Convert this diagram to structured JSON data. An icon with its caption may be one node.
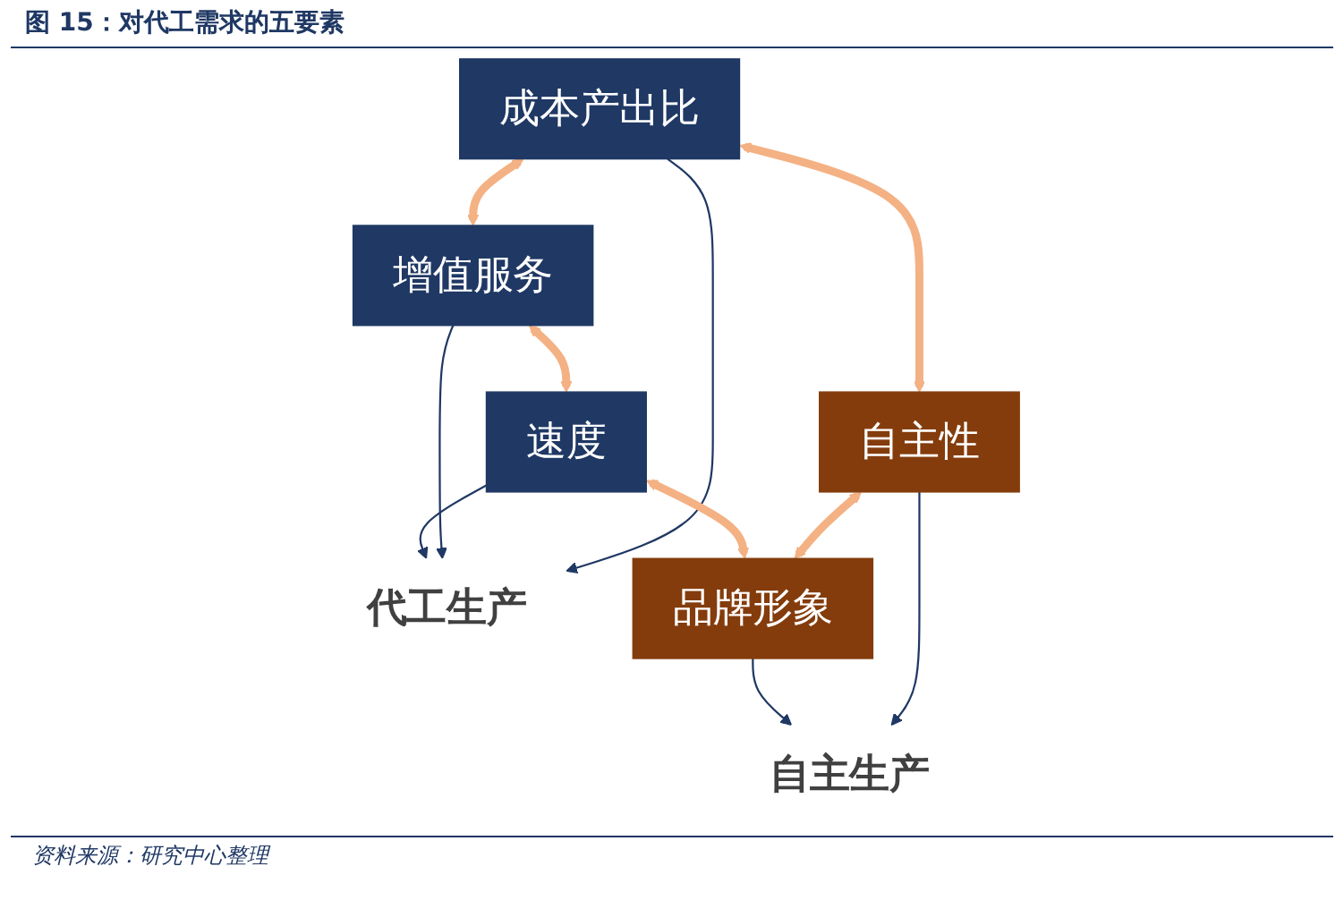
{
  "diagram": {
    "title": "图 15：对代工需求的五要素",
    "caption": "资料来源：研究中心整理",
    "nodes": [
      {
        "text": [
          "成本产出比"
        ]
      },
      {
        "text": [
          "增值服务"
        ]
      },
      {
        "text": [
          "自主性"
        ]
      },
      {
        "text": [
          "代工生产"
        ]
      },
      {
        "text": [
          "自主生产"
        ]
      },
      {
        "text": [
          "速度"
        ]
      },
      {
        "text": [
          "品牌形象"
        ]
      }
    ],
    "edges": [
      {
        "from": 0,
        "to": 1,
        "arrow": "both",
        "style": "thick",
        "color": "#f4b183"
      },
      {
        "from": 0,
        "to": 2,
        "arrow": "both",
        "style": "thick",
        "color": "#f4b183"
      },
      {
        "from": 0,
        "to": 3,
        "arrow": "to",
        "color": "#1f3864"
      },
      {
        "from": 1,
        "to": 3,
        "arrow": "to",
        "color": "#1f3864"
      },
      {
        "from": 5,
        "to": 3,
        "arrow": "to",
        "color": "#1f3864"
      },
      {
        "from": 2,
        "to": 4,
        "arrow": "to",
        "color": "#1f3864"
      },
      {
        "from": 6,
        "to": 4,
        "arrow": "to",
        "color": "#1f3864"
      },
      {
        "from": 1,
        "to": 5,
        "arrow": "both",
        "style": "thick",
        "color": "#f4b183"
      },
      {
        "from": 2,
        "to": 6,
        "arrow": "both",
        "style": "thick",
        "color": "#f4b183"
      },
      {
        "from": 5,
        "to": 6,
        "arrow": "both",
        "style": "thick",
        "color": "#f4b183"
      }
    ]
  }
}
